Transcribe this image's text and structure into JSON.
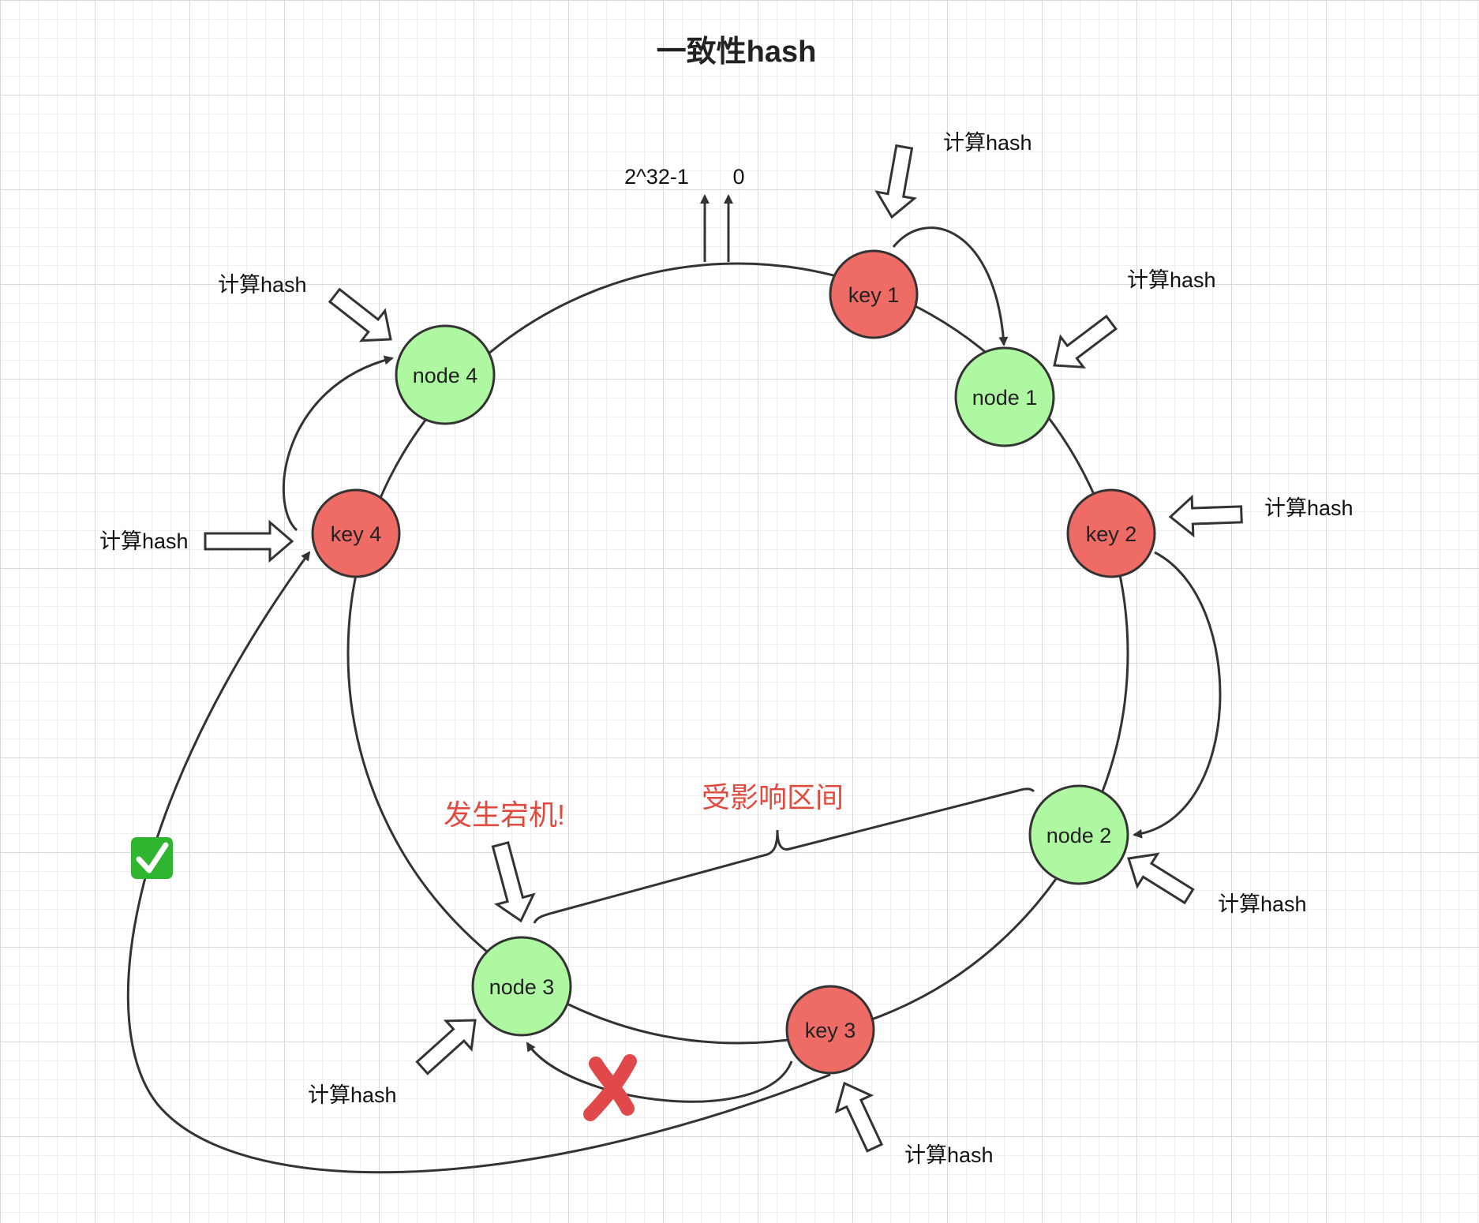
{
  "title": "一致性hash",
  "ring_labels": {
    "max": "2^32-1",
    "zero": "0"
  },
  "hash_label": "计算hash",
  "nodes": [
    {
      "id": "node1",
      "label": "node 1"
    },
    {
      "id": "node2",
      "label": "node 2"
    },
    {
      "id": "node3",
      "label": "node 3"
    },
    {
      "id": "node4",
      "label": "node 4"
    }
  ],
  "keys": [
    {
      "id": "key1",
      "label": "key 1"
    },
    {
      "id": "key2",
      "label": "key 2"
    },
    {
      "id": "key3",
      "label": "key 3"
    },
    {
      "id": "key4",
      "label": "key 4"
    }
  ],
  "annotations": {
    "failure": "发生宕机!",
    "affected_range": "受影响区间"
  },
  "marks": {
    "cross": "✘",
    "check": "✓"
  },
  "colors": {
    "node_fill": "#aef8a1",
    "key_fill": "#ee6b66",
    "stroke": "#333333",
    "alert_red": "#e04b40",
    "check_green": "#2fb52f"
  }
}
